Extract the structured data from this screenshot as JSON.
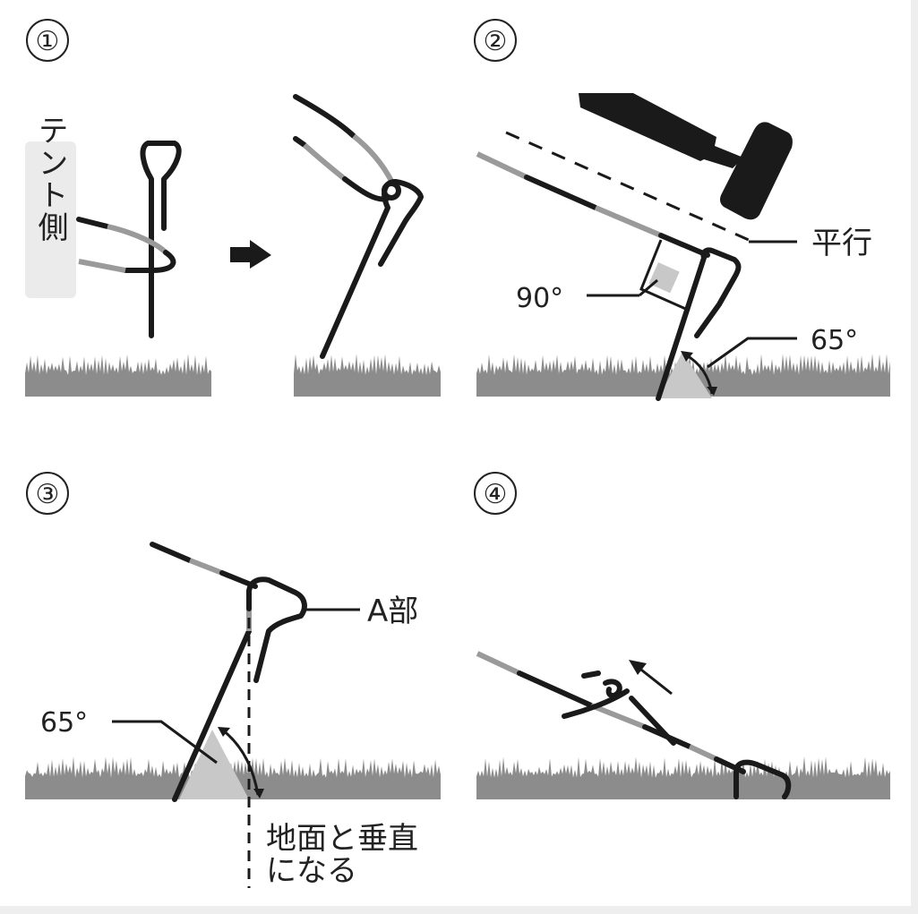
{
  "steps": [
    {
      "number": "①",
      "tent_side_label": "テント側"
    },
    {
      "number": "②",
      "parallel_label": "平行",
      "right_angle_label": "90°",
      "angle_label": "65°"
    },
    {
      "number": "③",
      "part_label": "A部",
      "angle_label": "65°",
      "note_line1": "地面と垂直",
      "note_line2": "になる"
    },
    {
      "number": "④"
    }
  ],
  "colors": {
    "ink": "#1a1a1a",
    "rope_gray": "#9a9a9a",
    "grass": "#8c8c8c",
    "angle_fill": "#c8c8c8",
    "label_bg": "#ebebeb"
  }
}
